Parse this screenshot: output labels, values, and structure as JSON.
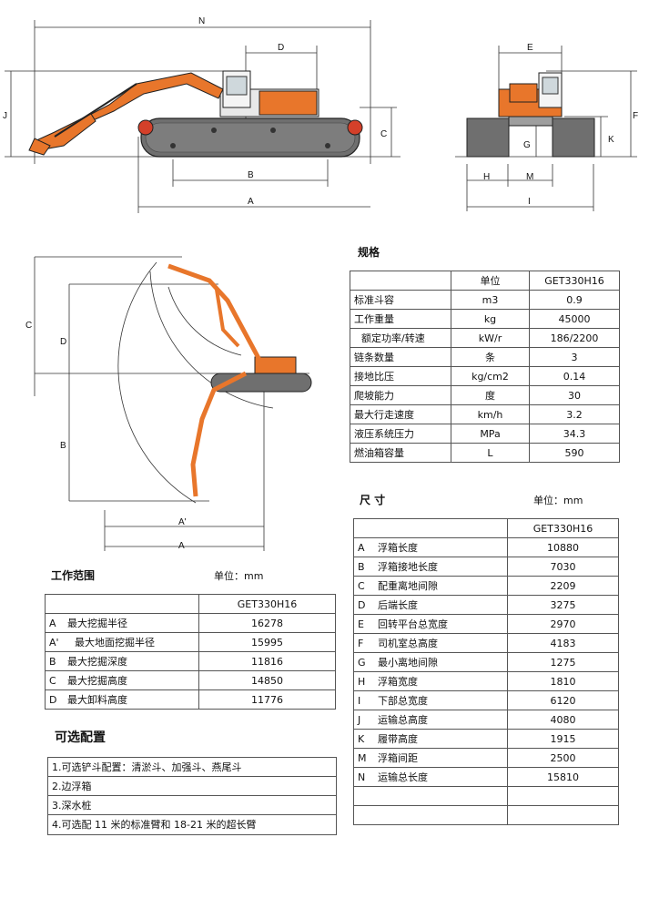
{
  "diagram_top": {
    "side_labels": {
      "N": "N",
      "D": "D",
      "J": "J",
      "C": "C",
      "B": "B",
      "A": "A"
    },
    "front_labels": {
      "E": "E",
      "F": "F",
      "K": "K",
      "G": "G",
      "H": "H",
      "M": "M",
      "I": "I"
    }
  },
  "diagram_range": {
    "labels": {
      "C": "C",
      "D": "D",
      "B": "B",
      "A_prime": "A'",
      "A": "A"
    }
  },
  "specs": {
    "title": "规格",
    "header": {
      "col_unit": "单位",
      "col_model": "GET330H16"
    },
    "rows": [
      {
        "name": "标准斗容",
        "unit": "m3",
        "value": "0.9"
      },
      {
        "name": "工作重量",
        "unit": "kg",
        "value": "45000"
      },
      {
        "name": "额定功率/转速",
        "unit": "kW/r",
        "value": "186/2200"
      },
      {
        "name": "链条数量",
        "unit": "条",
        "value": "3"
      },
      {
        "name": "接地比压",
        "unit": "kg/cm2",
        "value": "0.14"
      },
      {
        "name": "爬坡能力",
        "unit": "度",
        "value": "30"
      },
      {
        "name": "最大行走速度",
        "unit": "km/h",
        "value": "3.2"
      },
      {
        "name": "液压系统压力",
        "unit": "MPa",
        "value": "34.3"
      },
      {
        "name": "燃油箱容量",
        "unit": "L",
        "value": "590"
      }
    ]
  },
  "dimensions": {
    "title": "尺  寸",
    "unit_label": "单位：mm",
    "header": {
      "col_model": "GET330H16"
    },
    "rows": [
      {
        "code": "A",
        "name": "浮箱长度",
        "value": "10880"
      },
      {
        "code": "B",
        "name": "浮箱接地长度",
        "value": "7030"
      },
      {
        "code": "C",
        "name": "配重离地间隙",
        "value": "2209"
      },
      {
        "code": "D",
        "name": "后端长度",
        "value": "3275"
      },
      {
        "code": "E",
        "name": "回转平台总宽度",
        "value": "2970"
      },
      {
        "code": "F",
        "name": "司机室总高度",
        "value": "4183"
      },
      {
        "code": "G",
        "name": "最小离地间隙",
        "value": "1275"
      },
      {
        "code": "H",
        "name": "浮箱宽度",
        "value": "1810"
      },
      {
        "code": "I",
        "name": "下部总宽度",
        "value": "6120"
      },
      {
        "code": "J",
        "name": "运输总高度",
        "value": "4080"
      },
      {
        "code": "K",
        "name": "履带高度",
        "value": "1915"
      },
      {
        "code": "M",
        "name": "浮箱间距",
        "value": "2500"
      },
      {
        "code": "N",
        "name": "运输总长度",
        "value": "15810"
      }
    ]
  },
  "working_range": {
    "title": "工作范围",
    "unit_label": "单位：mm",
    "header": {
      "col_model": "GET330H16"
    },
    "rows": [
      {
        "code": "A",
        "name": "最大挖掘半径",
        "value": "16278"
      },
      {
        "code": "A'",
        "name": "最大地面挖掘半径",
        "value": "15995"
      },
      {
        "code": "B",
        "name": "最大挖掘深度",
        "value": "11816"
      },
      {
        "code": "C",
        "name": "最大挖掘高度",
        "value": "14850"
      },
      {
        "code": "D",
        "name": "最大卸料高度",
        "value": "11776"
      }
    ]
  },
  "options": {
    "title": "可选配置",
    "items": [
      "1.可选铲斗配置：清淤斗、加强斗、燕尾斗",
      "2.边浮箱",
      "3.深水桩",
      "4.可选配 11 米的标准臂和 18-21 米的超长臂"
    ]
  },
  "colors": {
    "boom_orange": "#e8762b",
    "pontoon_gray": "#6f6f6f",
    "line": "#333333"
  }
}
